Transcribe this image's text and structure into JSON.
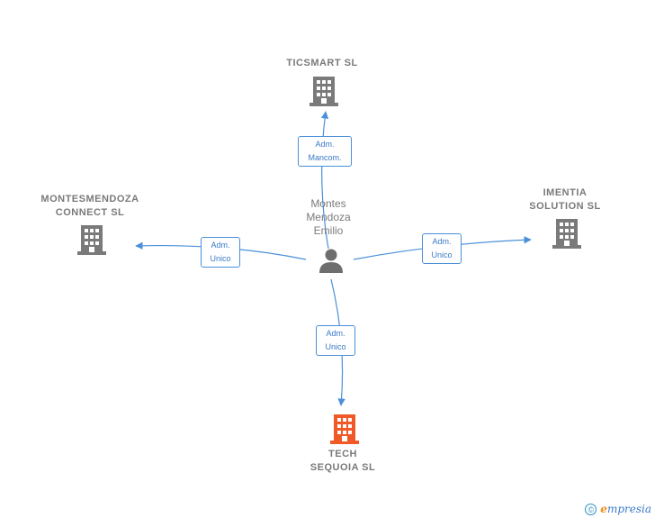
{
  "person": {
    "name": "Montes\nMendoza\nEmilio"
  },
  "companies": [
    {
      "id": "ticsmart",
      "name": "TICSMART  SL",
      "highlight": false
    },
    {
      "id": "montesmendoza",
      "name": "MONTESMENDOZA\nCONNECT  SL",
      "highlight": false
    },
    {
      "id": "imentia",
      "name": "IMENTIA\nSOLUTION  SL",
      "highlight": false
    },
    {
      "id": "tech",
      "name": "TECH\nSEQUOIA  SL",
      "highlight": true
    }
  ],
  "relations": [
    {
      "target": "ticsmart",
      "label": "Adm.\nMancom."
    },
    {
      "target": "montesmendoza",
      "label": "Adm.\nUnico"
    },
    {
      "target": "imentia",
      "label": "Adm.\nUnico"
    },
    {
      "target": "tech",
      "label": "Adm.\nUnico"
    }
  ],
  "colors": {
    "edge": "#4a90d9",
    "building": "#7a7a7a",
    "building_highlight": "#f05a28",
    "person": "#6e6e6e"
  },
  "footer": {
    "copyright": "©",
    "brand_initial": "e",
    "brand_rest": "mpresia"
  }
}
